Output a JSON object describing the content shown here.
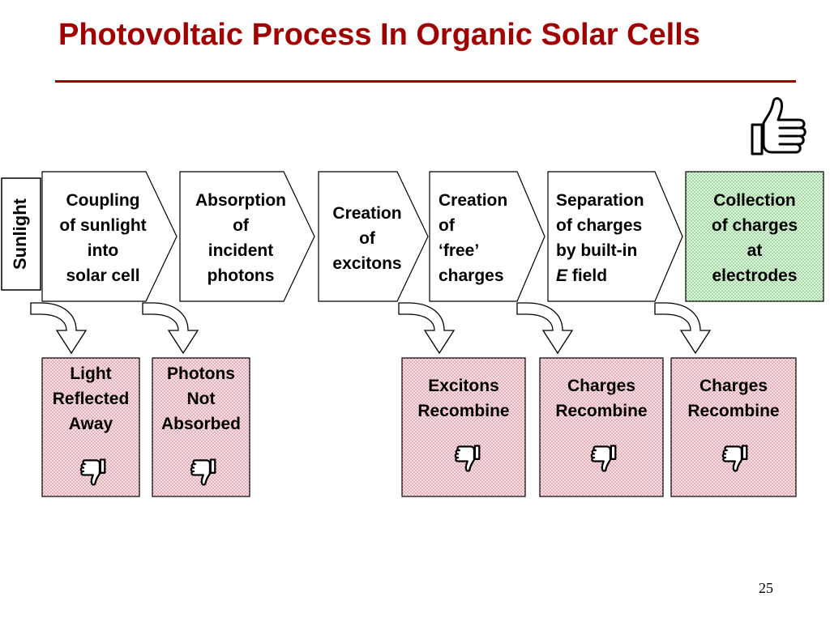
{
  "slide": {
    "title": "Photovoltaic Process In Organic Solar Cells",
    "page_number": "25",
    "accent_color": "#a00000"
  },
  "sunlight_label": "Sunlight",
  "process_steps": [
    {
      "lines": [
        "Coupling",
        "of sunlight",
        "into",
        "solar cell"
      ]
    },
    {
      "lines": [
        "Absorption",
        "of",
        "incident",
        "photons"
      ]
    },
    {
      "lines": [
        "Creation",
        "of",
        "excitons"
      ]
    },
    {
      "lines": [
        "Creation",
        "of",
        "‘free’",
        "charges"
      ]
    },
    {
      "lines": [
        "Separation",
        "of charges",
        "by built-in",
        "E",
        "field"
      ]
    },
    {
      "lines": [
        "Collection",
        "of charges",
        "at",
        "electrodes"
      ]
    }
  ],
  "loss_boxes": [
    {
      "lines": [
        "Light",
        "Reflected",
        "Away"
      ]
    },
    {
      "lines": [
        "Photons",
        "Not",
        "Absorbed"
      ]
    },
    {
      "lines": [
        "Excitons",
        "Recombine"
      ]
    },
    {
      "lines": [
        "Charges",
        "Recombine"
      ]
    },
    {
      "lines": [
        "Charges",
        "Recombine"
      ]
    }
  ],
  "icons": {
    "success": "thumbs-up-icon",
    "loss": "thumbs-down-icon"
  },
  "colors": {
    "loss_fill": "#f7d6dc",
    "loss_dot": "#d07080",
    "success_fill": "#d8f5d8",
    "success_dot": "#40b040"
  }
}
